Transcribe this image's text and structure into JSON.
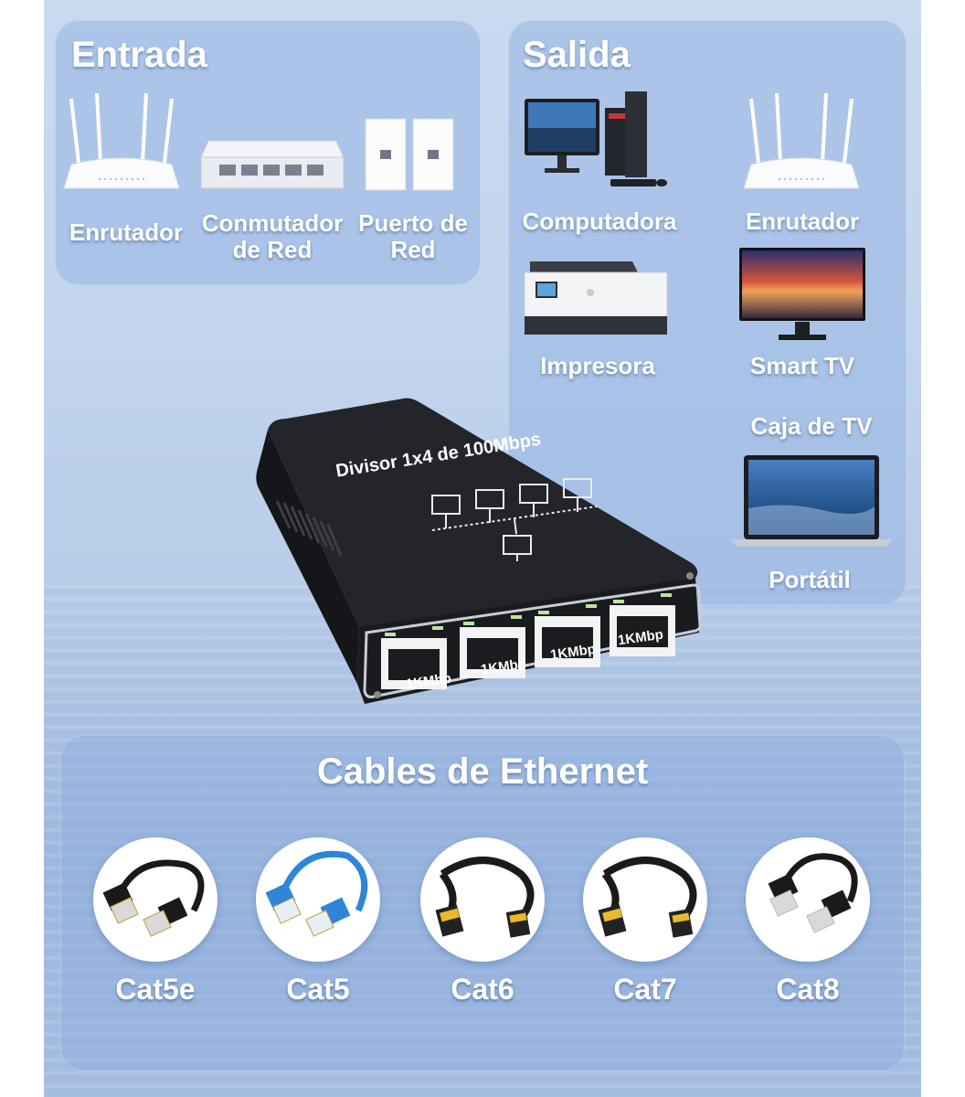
{
  "input": {
    "title": "Entrada",
    "items": [
      {
        "label": "Enrutador",
        "icon": "router-icon"
      },
      {
        "label": "Conmutador de Red",
        "icon": "network-switch-icon"
      },
      {
        "label": "Puerto de Red",
        "icon": "wall-port-icon"
      }
    ]
  },
  "output": {
    "title": "Salida",
    "items": [
      {
        "label": "Computadora",
        "icon": "desktop-computer-icon"
      },
      {
        "label": "Enrutador",
        "icon": "router-icon"
      },
      {
        "label": "Impresora",
        "icon": "printer-icon"
      },
      {
        "label": "Smart TV",
        "icon": "smart-tv-icon"
      },
      {
        "label": "Caja de TV",
        "icon": "laptop-icon"
      },
      {
        "label": "Portátil"
      }
    ]
  },
  "device": {
    "title": "Divisor 1x4 de 100Mbps",
    "ports": [
      "1KMbp",
      "1KMbp",
      "1KMbp",
      "1KMbp"
    ]
  },
  "cables": {
    "title": "Cables de Ethernet",
    "items": [
      {
        "label": "Cat5e",
        "color": "#1a1a1a"
      },
      {
        "label": "Cat5",
        "color": "#2f86d8"
      },
      {
        "label": "Cat6",
        "color": "#1a1a1a"
      },
      {
        "label": "Cat7",
        "color": "#1a1a1a"
      },
      {
        "label": "Cat8",
        "color": "#1a1a1a"
      }
    ]
  }
}
